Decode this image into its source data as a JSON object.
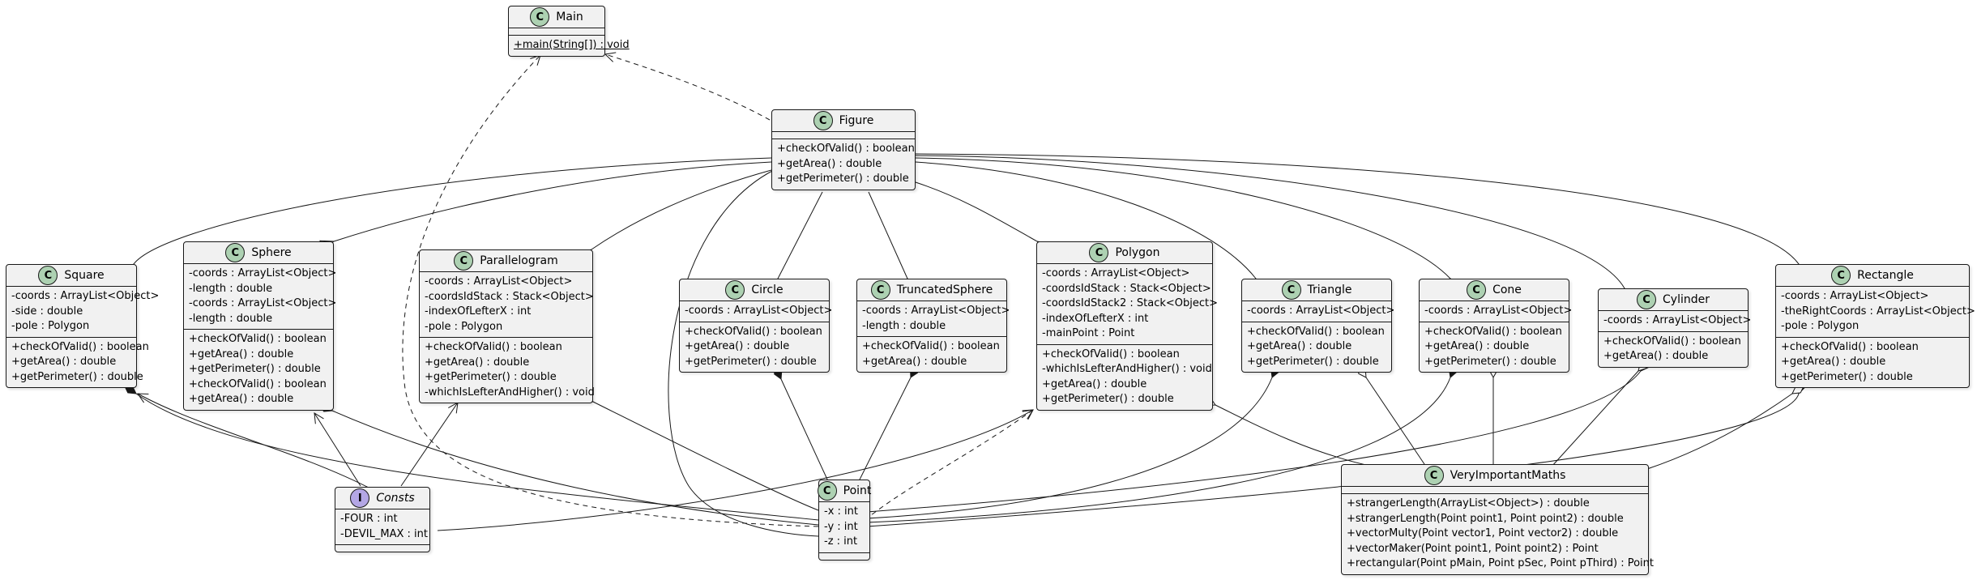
{
  "colors": {
    "class_badge": "#add1b2",
    "interface_badge": "#b4a7e5",
    "box_fill": "#f1f1f1",
    "line": "#181818"
  },
  "classes": {
    "main": {
      "badge": "C",
      "name": "Main",
      "fields": [],
      "methods": [
        "+main(String[]) : void"
      ]
    },
    "figure": {
      "badge": "C",
      "name": "Figure",
      "fields": [],
      "methods": [
        "+checkOfValid() : boolean",
        "+getArea() : double",
        "+getPerimeter() : double"
      ]
    },
    "square": {
      "badge": "C",
      "name": "Square",
      "fields": [
        "-coords : ArrayList<Object>",
        "-side : double",
        "-pole : Polygon"
      ],
      "methods": [
        "+checkOfValid() : boolean",
        "+getArea() : double",
        "+getPerimeter() : double"
      ]
    },
    "sphere": {
      "badge": "C",
      "name": "Sphere",
      "fields": [
        "-coords : ArrayList<Object>",
        "-length : double",
        "-coords : ArrayList<Object>",
        "-length : double"
      ],
      "methods": [
        "+checkOfValid() : boolean",
        "+getArea() : double",
        "+getPerimeter() : double",
        "+checkOfValid() : boolean",
        "+getArea() : double"
      ]
    },
    "parallelogram": {
      "badge": "C",
      "name": "Parallelogram",
      "fields": [
        "-coords : ArrayList<Object>",
        "-coordsIdStack : Stack<Object>",
        "-indexOfLefterX : int",
        "-pole : Polygon"
      ],
      "methods": [
        "+checkOfValid() : boolean",
        "+getArea() : double",
        "+getPerimeter() : double",
        "-whichIsLefterAndHigher() : void"
      ]
    },
    "circle": {
      "badge": "C",
      "name": "Circle",
      "fields": [
        "-coords : ArrayList<Object>"
      ],
      "methods": [
        "+checkOfValid() : boolean",
        "+getArea() : double",
        "+getPerimeter() : double"
      ]
    },
    "truncatedSphere": {
      "badge": "C",
      "name": "TruncatedSphere",
      "fields": [
        "-coords : ArrayList<Object>",
        "-length : double"
      ],
      "methods": [
        "+checkOfValid() : boolean",
        "+getArea() : double"
      ]
    },
    "polygon": {
      "badge": "C",
      "name": "Polygon",
      "fields": [
        "-coords : ArrayList<Object>",
        "-coordsIdStack : Stack<Object>",
        "-coordsIdStack2 : Stack<Object>",
        "-indexOfLefterX : int",
        "-mainPoint : Point"
      ],
      "methods": [
        "+checkOfValid() : boolean",
        "-whichIsLefterAndHigher() : void",
        "+getArea() : double",
        "+getPerimeter() : double"
      ]
    },
    "triangle": {
      "badge": "C",
      "name": "Triangle",
      "fields": [
        "-coords : ArrayList<Object>"
      ],
      "methods": [
        "+checkOfValid() : boolean",
        "+getArea() : double",
        "+getPerimeter() : double"
      ]
    },
    "cone": {
      "badge": "C",
      "name": "Cone",
      "fields": [
        "-coords : ArrayList<Object>"
      ],
      "methods": [
        "+checkOfValid() : boolean",
        "+getArea() : double",
        "+getPerimeter() : double"
      ]
    },
    "cylinder": {
      "badge": "C",
      "name": "Cylinder",
      "fields": [
        "-coords : ArrayList<Object>"
      ],
      "methods": [
        "+checkOfValid() : boolean",
        "+getArea() : double"
      ]
    },
    "rectangle": {
      "badge": "C",
      "name": "Rectangle",
      "fields": [
        "-coords : ArrayList<Object>",
        "-theRightCoords : ArrayList<Object>",
        "-pole : Polygon"
      ],
      "methods": [
        "+checkOfValid() : boolean",
        "+getArea() : double",
        "+getPerimeter() : double"
      ]
    },
    "consts": {
      "badge": "I",
      "name": "Consts",
      "fields": [
        "-FOUR : int",
        "-DEVIL_MAX : int"
      ],
      "methods": []
    },
    "point": {
      "badge": "C",
      "name": "Point",
      "fields": [
        "-x : int",
        "-y : int",
        "-z : int"
      ],
      "methods": []
    },
    "veryImportantMaths": {
      "badge": "C",
      "name": "VeryImportantMaths",
      "fields": [],
      "methods": [
        "+strangerLength(ArrayList<Object>) : double",
        "+strangerLength(Point point1, Point point2) : double",
        "+vectorMulty(Point vector1, Point vector2) : double",
        "+vectorMaker(Point point1, Point point2) : Point",
        "+rectangular(Point pMain, Point pSec, Point pThird) : Point"
      ]
    }
  }
}
